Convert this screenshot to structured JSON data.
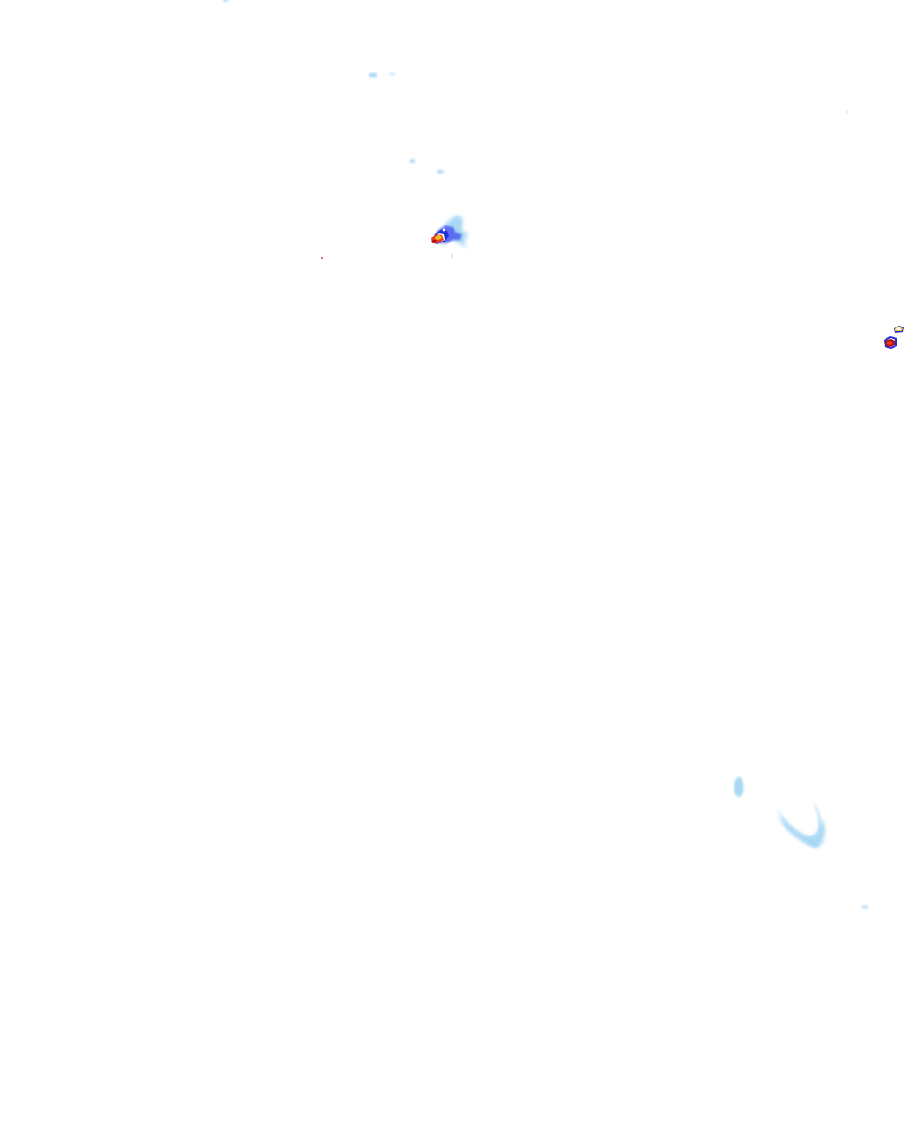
{
  "map": {
    "kind": "radar precipitation overlay",
    "background": "#ffffff",
    "palette": {
      "light_rain": "#a9d8f5",
      "light_rain_edge": "#cfe9fa",
      "moderate_rain": "#5a6cf0",
      "heavy_rain": "#2230d8",
      "very_heavy_rain": "#f0c020",
      "intense_rain": "#e8401c",
      "extreme_rain": "#b0101a"
    },
    "echoes": [
      {
        "id": "echo-top-edge",
        "intensity": "light"
      },
      {
        "id": "echo-north-1",
        "intensity": "light"
      },
      {
        "id": "echo-north-2",
        "intensity": "light"
      },
      {
        "id": "echo-north-3",
        "intensity": "light"
      },
      {
        "id": "echo-north-4",
        "intensity": "light"
      },
      {
        "id": "storm-cell-central",
        "intensity": "intense"
      },
      {
        "id": "storm-cell-east",
        "intensity": "intense"
      },
      {
        "id": "echo-southeast-blob",
        "intensity": "light"
      },
      {
        "id": "echo-southeast-ring",
        "intensity": "light"
      },
      {
        "id": "echo-southeast-speck",
        "intensity": "light"
      }
    ]
  }
}
